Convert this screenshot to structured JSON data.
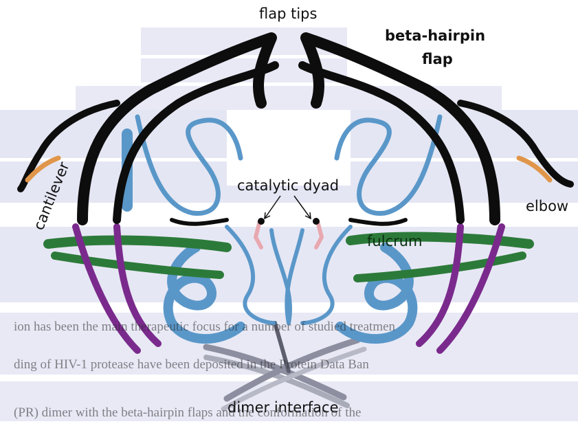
{
  "labels": {
    "flap_tips": "flap tips",
    "beta_hairpin_line1": "beta-hairpin",
    "beta_hairpin_line2": "flap",
    "catalytic_dyad": "catalytic dyad",
    "cantilever": "cantilever",
    "elbow": "elbow",
    "fulcrum": "fulcrum",
    "dimer_interface": "dimer interface"
  },
  "background_text": {
    "line1": "ion has been the main therapeutic focus for a number of studied treatmen",
    "line2": "ding of HIV-1 protease have been deposited in the Protein Data Ban",
    "line3": "(PR) dimer with the beta-hairpin flaps and the conformation of the"
  },
  "colors": {
    "flap": "#0d0d0d",
    "loop_blue": "#5a97c9",
    "fulcrum_green": "#2c7a3a",
    "cantilever_purple": "#7a2a8c",
    "elbow_orange": "#e0964a",
    "dyad_pink": "#e8a8b0",
    "dimer_gray": "#8d8fa0",
    "background_band": "#c9cce6"
  }
}
